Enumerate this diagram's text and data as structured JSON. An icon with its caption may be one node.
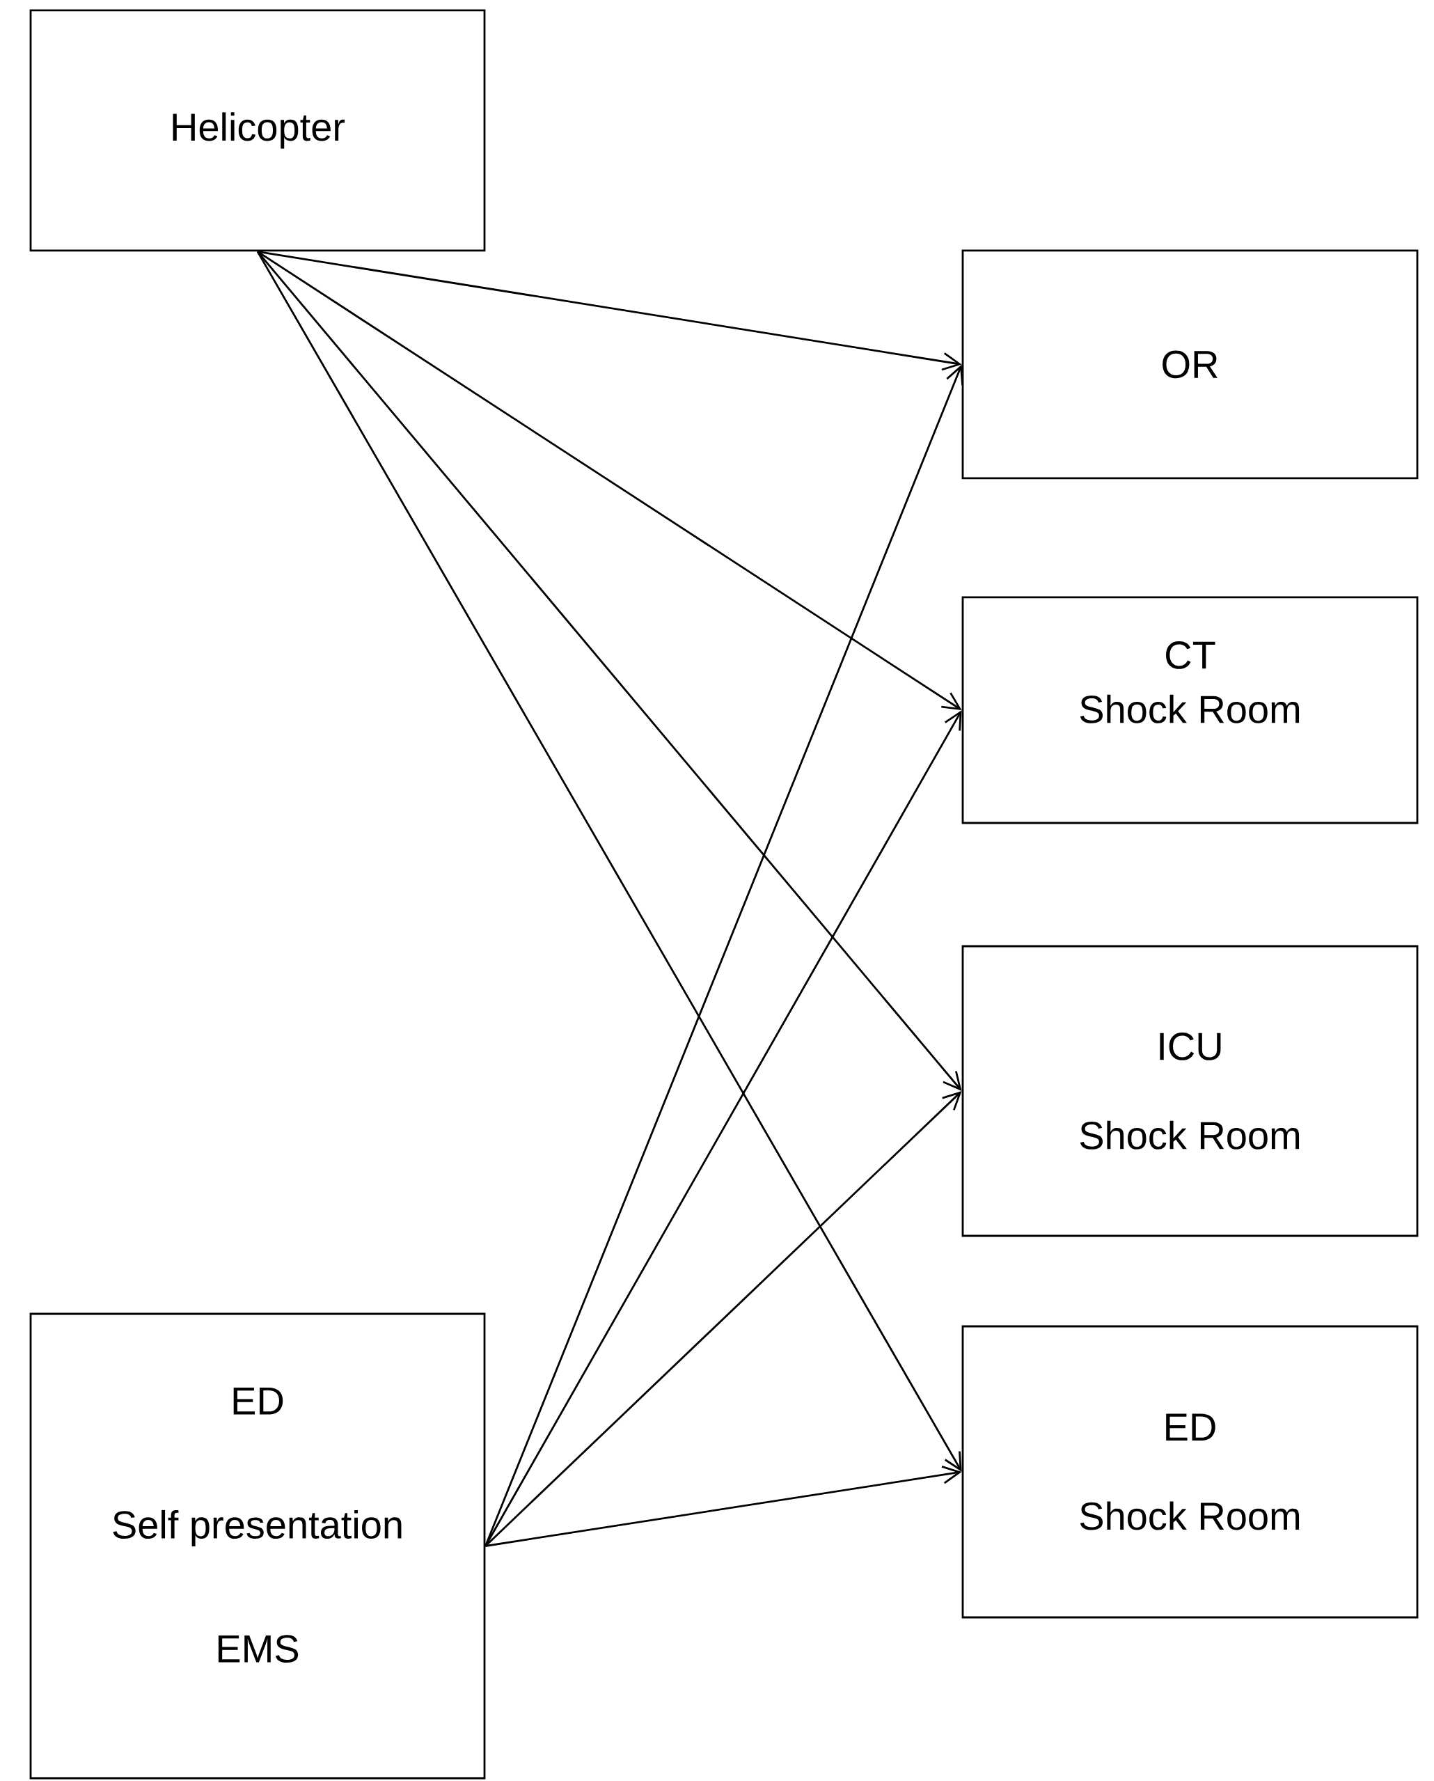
{
  "diagram": {
    "nodes": [
      {
        "text": [
          "Helicopter"
        ]
      },
      {
        "text": [
          "OR"
        ]
      },
      {
        "text": [
          "CT",
          "Shock Room"
        ]
      },
      {
        "text": [
          "ICU",
          "Shock Room"
        ]
      },
      {
        "text": [
          "ED",
          "Self presentation",
          "EMS"
        ]
      },
      {
        "text": [
          "ED",
          "Shock Room"
        ]
      }
    ],
    "edges": [
      {
        "from": 0,
        "to": 1,
        "arrow": "to"
      },
      {
        "from": 0,
        "to": 2,
        "arrow": "to"
      },
      {
        "from": 0,
        "to": 3,
        "arrow": "to"
      },
      {
        "from": 0,
        "to": 5,
        "arrow": "to"
      },
      {
        "from": 4,
        "to": 1,
        "arrow": "to"
      },
      {
        "from": 4,
        "to": 2,
        "arrow": "to"
      },
      {
        "from": 4,
        "to": 3,
        "arrow": "to"
      },
      {
        "from": 4,
        "to": 5,
        "arrow": "to"
      }
    ]
  }
}
